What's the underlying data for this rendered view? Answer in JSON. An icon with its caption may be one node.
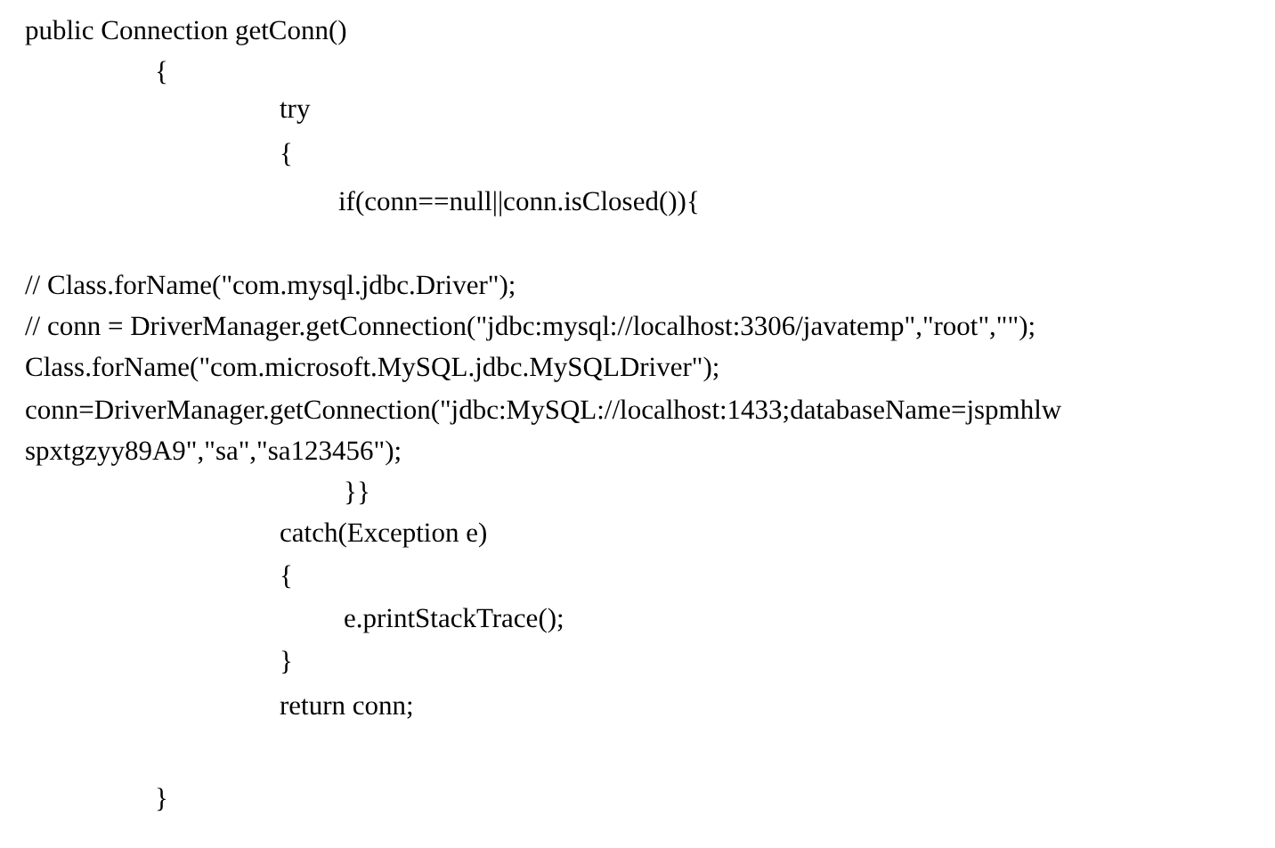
{
  "diagram": {
    "labels": [
      "public Connection getConn()",
      "{",
      "try",
      "{",
      "if(conn==null||conn.isClosed()){",
      "// Class.forName(\"com.mysql.jdbc.Driver\");",
      "// conn = DriverManager.getConnection(\"jdbc:mysql://localhost:3306/javatemp\",\"root\",\"\");",
      "Class.forName(\"com.microsoft.MySQL.jdbc.MySQLDriver\");",
      "conn=DriverManager.getConnection(\"jdbc:MySQL://localhost:1433;databaseName=jspmhlw",
      "spxtgzyy89A9\",\"sa\",\"sa123456\");",
      "}}",
      "catch(Exception e)",
      "{",
      "e.printStackTrace();",
      "}",
      "return conn;",
      "}"
    ]
  }
}
